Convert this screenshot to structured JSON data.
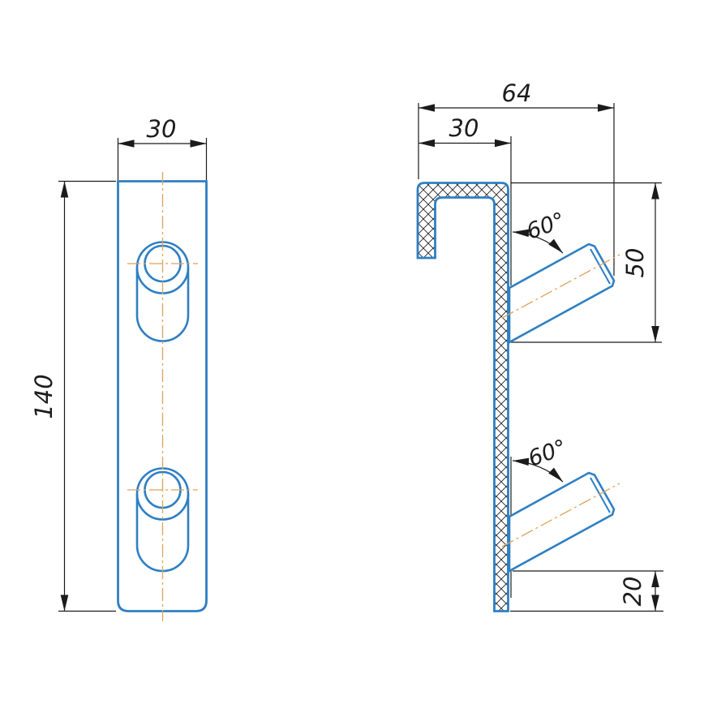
{
  "colors": {
    "part_outline": "#2e7fc3",
    "centerline": "#dca45c",
    "dimension_line": "#1b1b1b",
    "background": "#ffffff"
  },
  "front_view": {
    "dim_width": "30",
    "dim_height": "140"
  },
  "side_view": {
    "dim_total_depth": "64",
    "dim_hook_depth": "30",
    "dim_peg_drop": "50",
    "dim_bottom_offset": "20",
    "dim_peg1_angle": "60°",
    "dim_peg2_angle": "60°"
  }
}
